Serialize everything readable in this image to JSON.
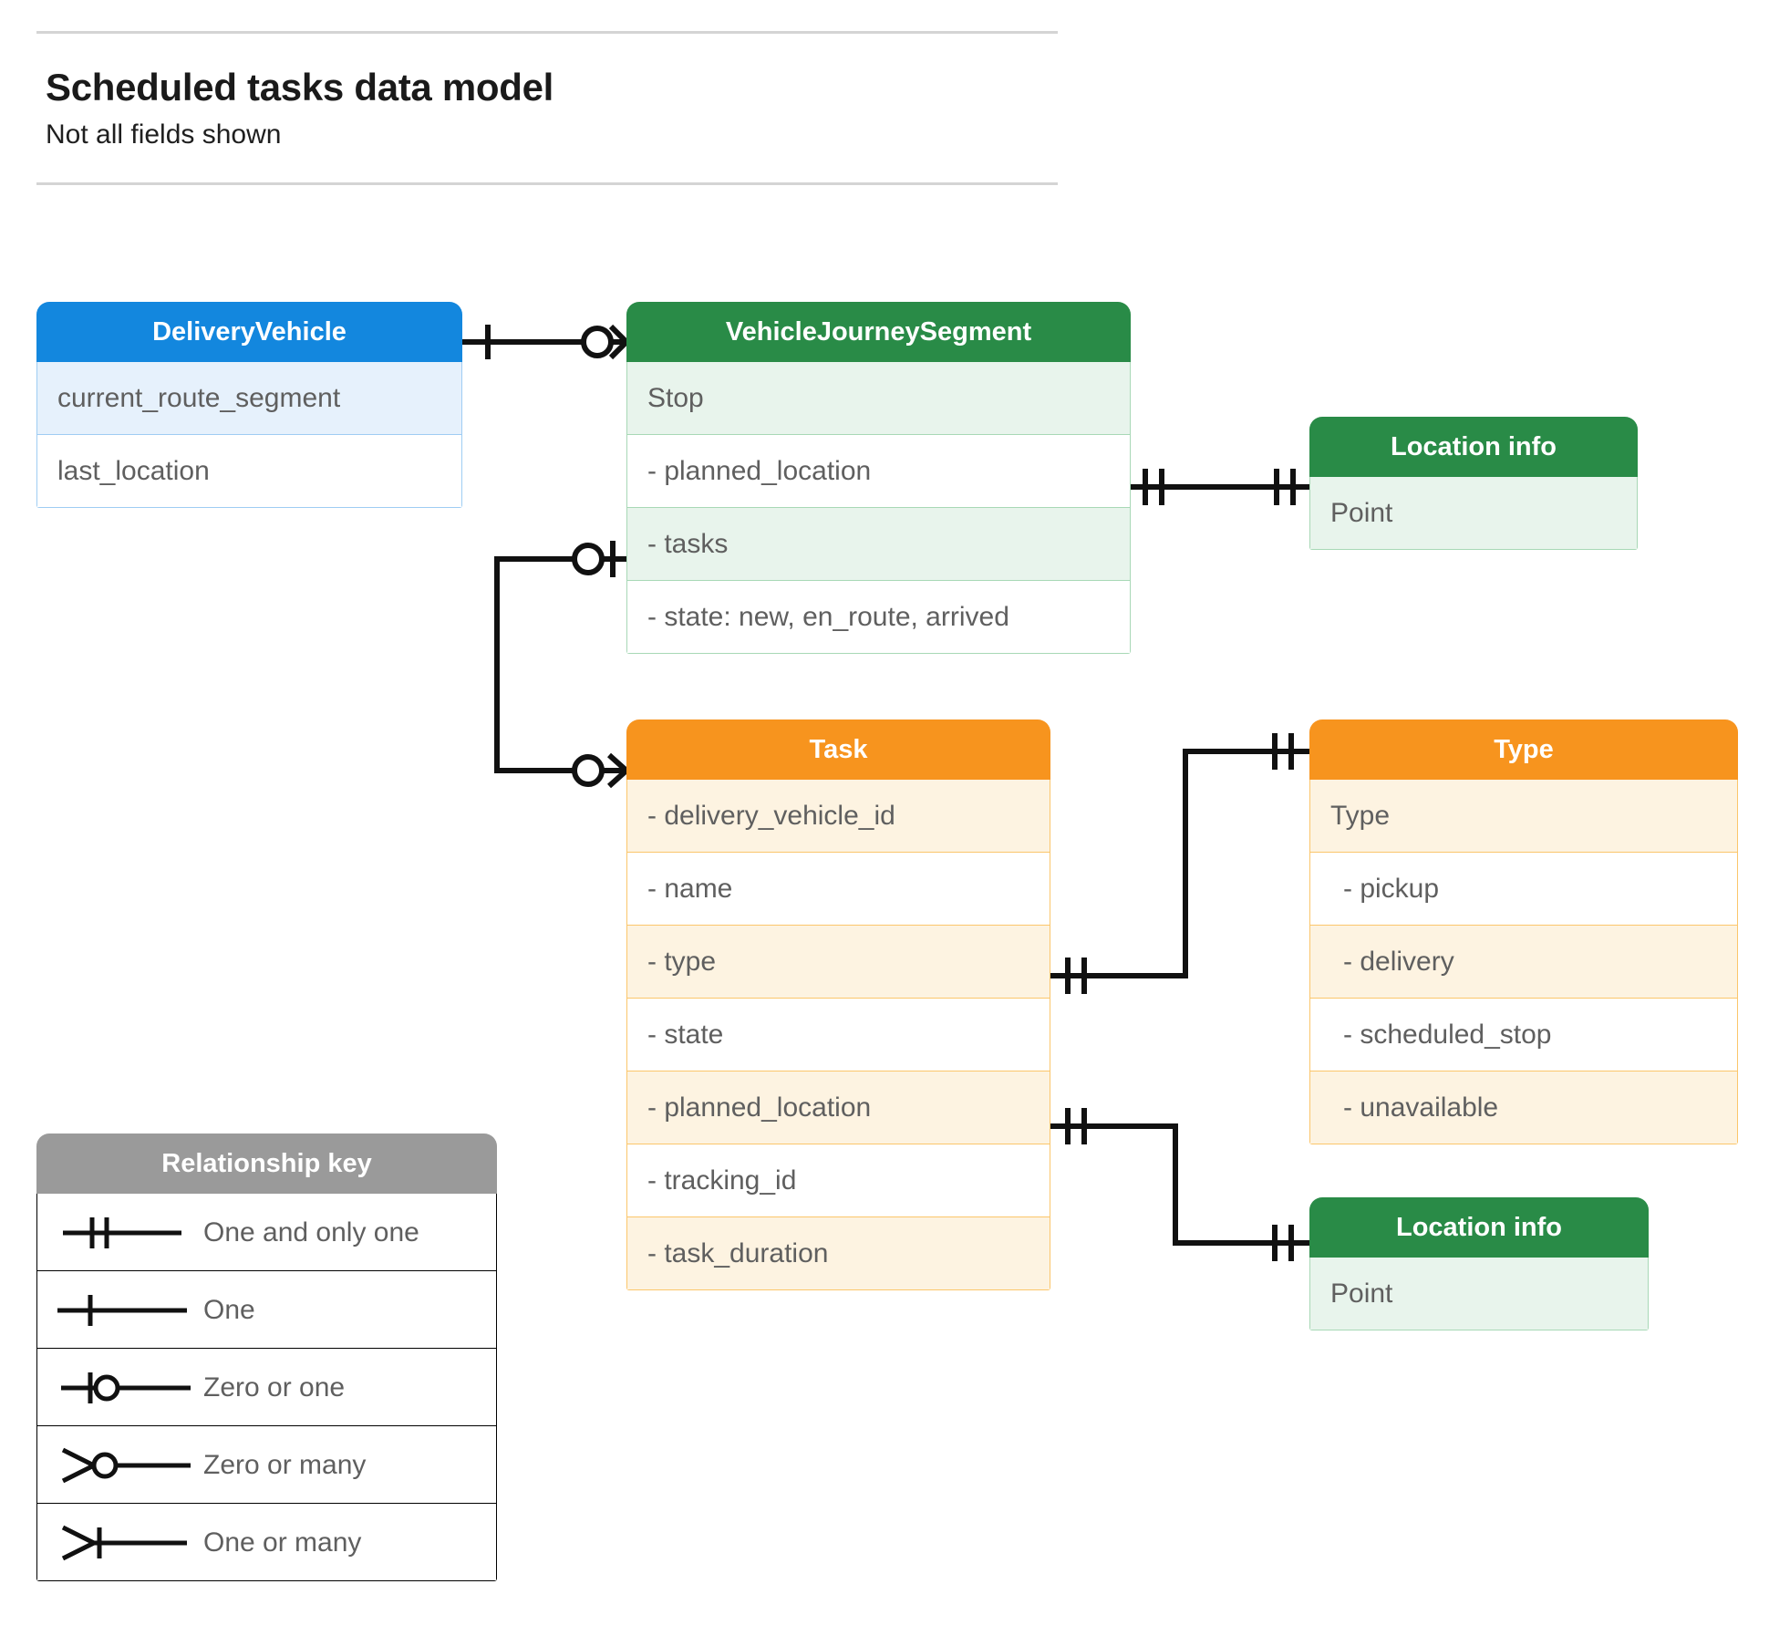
{
  "header": {
    "title": "Scheduled tasks data model",
    "subtitle": "Not all fields shown"
  },
  "colors": {
    "blue_header": "#1387de",
    "blue_row_alt": "#e6f1fc",
    "green_header": "#298b47",
    "green_row_alt": "#e8f4ec",
    "orange_header": "#f7941e",
    "orange_row_alt": "#fdf3e1",
    "grey_header": "#9a9a9a",
    "grey_row_alt": "#eaeaea",
    "connector_line": "#000000",
    "rule": "#d4d4d4"
  },
  "entities": {
    "delivery_vehicle": {
      "title": "DeliveryVehicle",
      "rows": [
        "current_route_segment",
        "last_location"
      ]
    },
    "journey_segment": {
      "title": "VehicleJourneySegment",
      "rows": [
        "Stop",
        "-  planned_location",
        "- tasks",
        "- state: new, en_route, arrived"
      ]
    },
    "location_info_top": {
      "title": "Location info",
      "rows": [
        "Point"
      ]
    },
    "task": {
      "title": "Task",
      "rows": [
        "- delivery_vehicle_id",
        "- name",
        "- type",
        "- state",
        "- planned_location",
        "- tracking_id",
        "- task_duration"
      ]
    },
    "type": {
      "title": "Type",
      "rows": [
        "Type",
        "-  pickup",
        "-  delivery",
        "-  scheduled_stop",
        "-  unavailable"
      ]
    },
    "location_info_bottom": {
      "title": "Location info",
      "rows": [
        "Point"
      ]
    }
  },
  "relationship_key": {
    "title": "Relationship key",
    "items": [
      {
        "symbol": "one-and-only-one",
        "label": "One and only one"
      },
      {
        "symbol": "one",
        "label": "One"
      },
      {
        "symbol": "zero-or-one",
        "label": "Zero or one"
      },
      {
        "symbol": "zero-or-many",
        "label": "Zero or many"
      },
      {
        "symbol": "one-or-many",
        "label": "One or many"
      }
    ]
  },
  "relationships": [
    {
      "name": "deliveryvehicle-to-vehiclejourneysegment",
      "from": "DeliveryVehicle",
      "to": "VehicleJourneySegment",
      "from_cardinality": "one",
      "to_cardinality": "zero-or-many"
    },
    {
      "name": "plannedlocation-to-locationinfo",
      "from": "VehicleJourneySegment.planned_location",
      "to": "Location info",
      "from_cardinality": "one-and-only-one",
      "to_cardinality": "one-and-only-one"
    },
    {
      "name": "tasks-to-task",
      "from": "VehicleJourneySegment.tasks",
      "to": "Task",
      "from_cardinality": "zero-or-one",
      "to_cardinality": "zero-or-many"
    },
    {
      "name": "tasktype-to-type",
      "from": "Task.type",
      "to": "Type",
      "from_cardinality": "one-and-only-one",
      "to_cardinality": "one-and-only-one"
    },
    {
      "name": "taskplannedlocation-to-locationinfo",
      "from": "Task.planned_location",
      "to": "Location info",
      "from_cardinality": "one-and-only-one",
      "to_cardinality": "one-and-only-one"
    }
  ]
}
